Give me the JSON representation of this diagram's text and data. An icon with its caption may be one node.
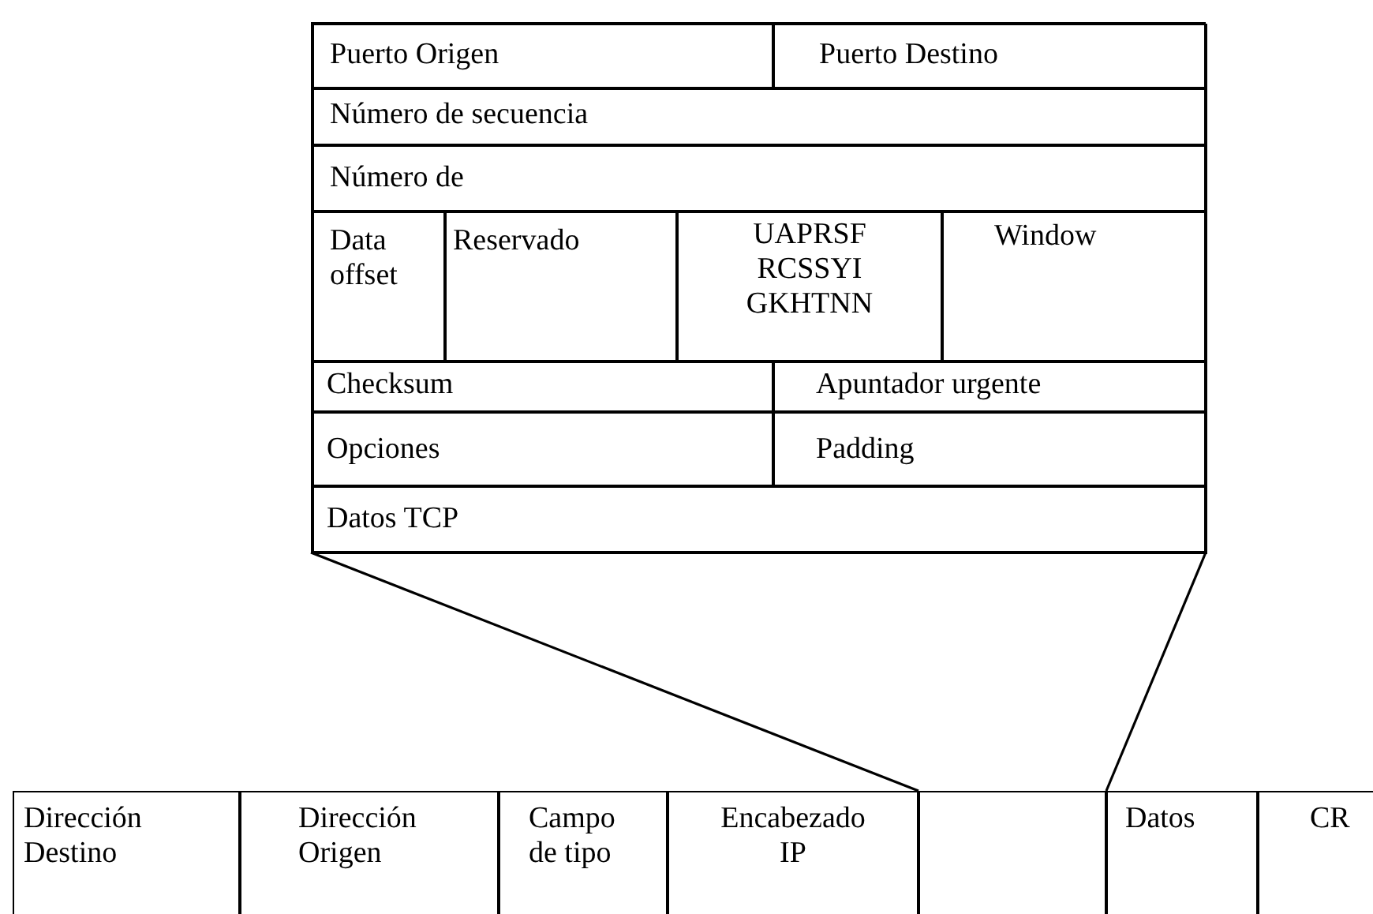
{
  "diagram": {
    "nodes": [
      {
        "text": [],
        "shape": "box"
      },
      {
        "text": [
          "Puerto Origen"
        ],
        "in": 0
      },
      {
        "text": [
          "Puerto Destino"
        ],
        "in": 0
      },
      {
        "text": [
          "Número de secuencia"
        ],
        "in": 0
      },
      {
        "text": [
          "Número de"
        ],
        "in": 0
      },
      {
        "text": [
          "Data offset"
        ],
        "in": 0
      },
      {
        "text": [
          "Reservado"
        ],
        "in": 0
      },
      {
        "text": [
          "UAPRSF RCSSYI GKHTNN"
        ],
        "in": 0
      },
      {
        "text": [
          "Window"
        ],
        "in": 0
      },
      {
        "text": [
          "Checksum"
        ],
        "in": 0
      },
      {
        "text": [
          "Apuntador urgente"
        ],
        "in": 0
      },
      {
        "text": [
          "Opciones"
        ],
        "in": 0
      },
      {
        "text": [
          "Padding"
        ],
        "in": 0
      },
      {
        "text": [
          "Datos TCP"
        ],
        "in": 0
      },
      {
        "text": [
          "Dirección Destino"
        ]
      },
      {
        "text": [
          "Dirección Origen"
        ]
      },
      {
        "text": [
          "Campo de tipo"
        ]
      },
      {
        "text": [
          "Encabezado IP"
        ]
      },
      {
        "text": [],
        "shape": "box"
      },
      {
        "text": [
          "Datos"
        ]
      },
      {
        "text": [
          "CR"
        ]
      }
    ],
    "edges": [
      {
        "from": 0,
        "to": 18,
        "arrow": "none"
      },
      {
        "from": 0,
        "to": 18,
        "arrow": "none"
      }
    ]
  }
}
